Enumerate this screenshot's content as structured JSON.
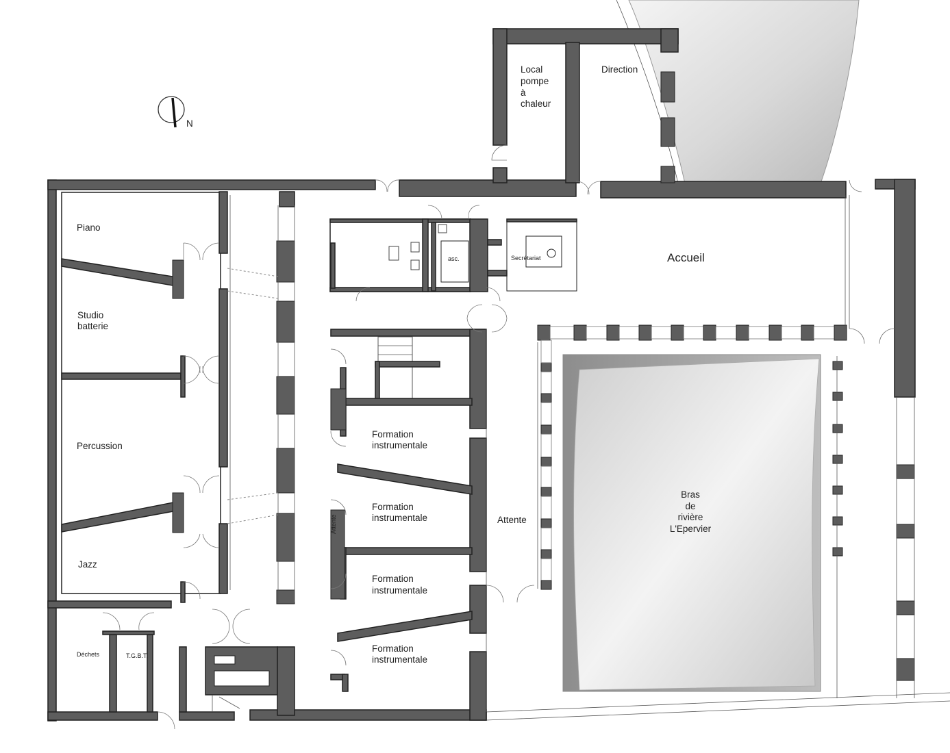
{
  "compass": {
    "label": "N"
  },
  "rooms": {
    "local_pompe": [
      "Local",
      "pompe",
      "à",
      "chaleur"
    ],
    "direction": "Direction",
    "piano": "Piano",
    "studio_batterie": [
      "Studio",
      "batterie"
    ],
    "percussion": "Percussion",
    "jazz": "Jazz",
    "asc": "asc.",
    "secretariat": "Secrétariat",
    "accueil": "Accueil",
    "formation_1": [
      "Formation",
      "instrumentale"
    ],
    "formation_2": [
      "Formation",
      "instrumentale"
    ],
    "formation_3": [
      "Formation",
      "instrumentale"
    ],
    "formation_4": [
      "Formation",
      "instrumentale"
    ],
    "attente_corridor": "Attente",
    "attente": "Attente",
    "bras_riviere": [
      "Bras",
      "de",
      "rivière",
      "L'Epervier"
    ],
    "dechets": "Déchets",
    "tgbt": "T.G.B.T."
  },
  "colors": {
    "wall_fill": "#5d5d5d",
    "water_light": "#f2f2f2",
    "water_dark": "#9a9a9a"
  }
}
